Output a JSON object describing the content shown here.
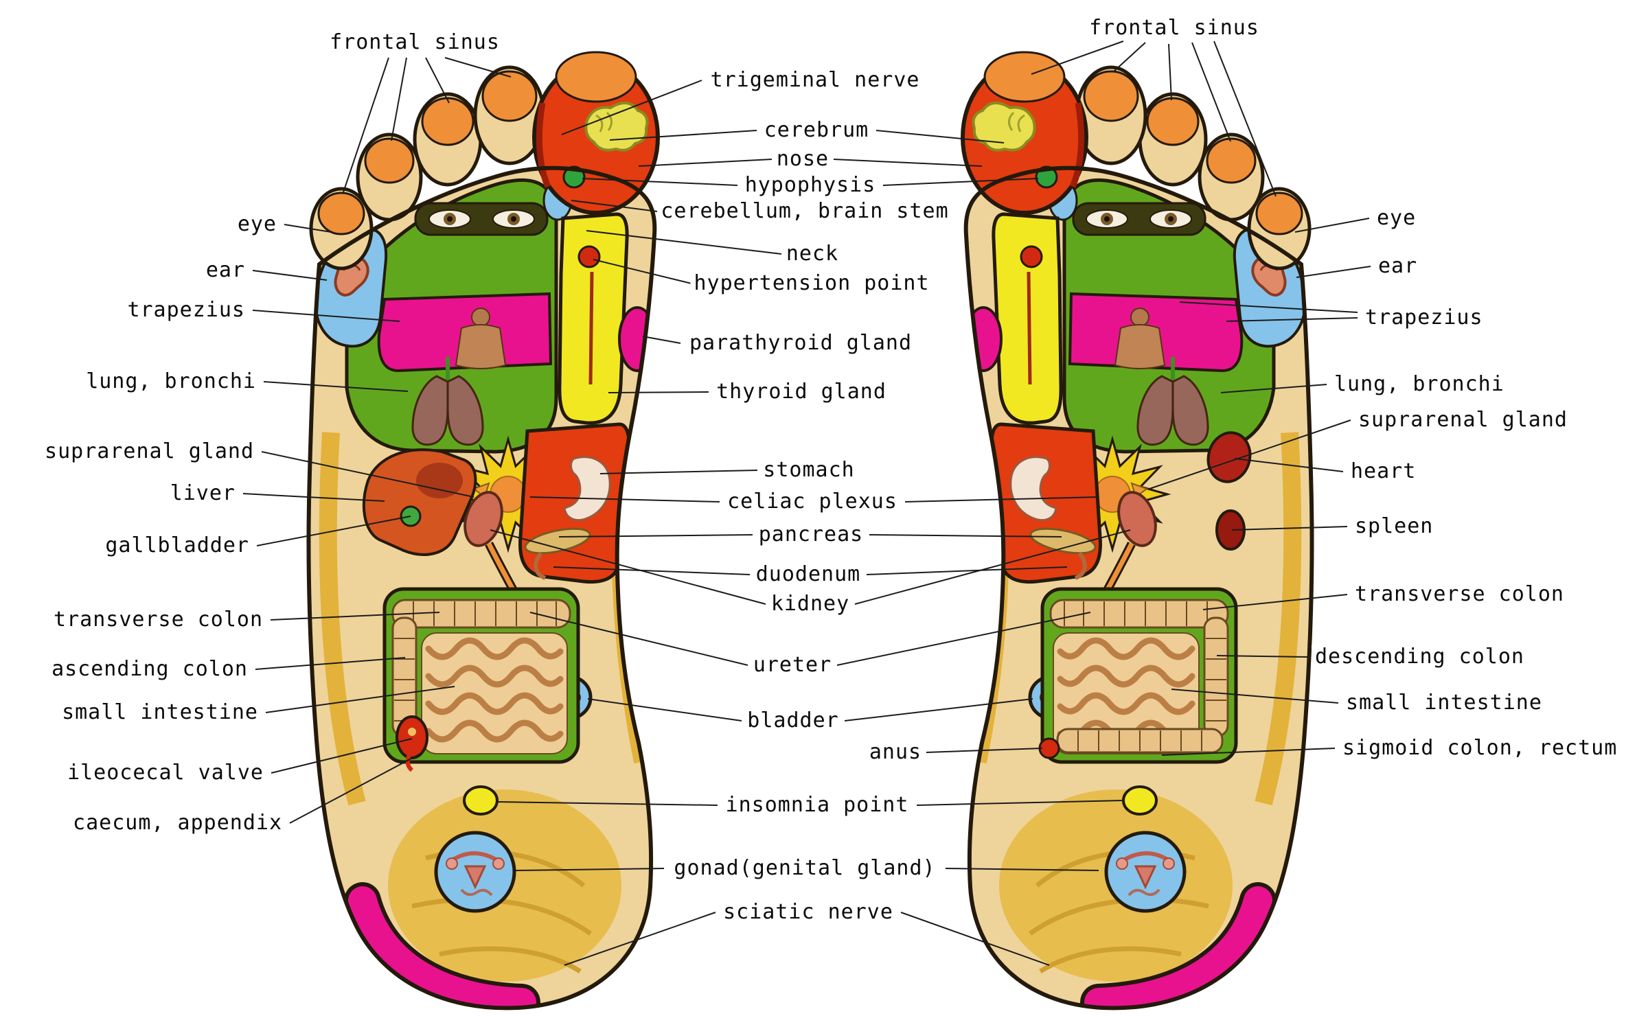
{
  "figure": {
    "type": "foot-reflexology-zone-chart",
    "feet": [
      "left sole",
      "right sole"
    ]
  },
  "labels": {
    "left_column": {
      "frontal_sinus": "frontal sinus",
      "eye": "eye",
      "ear": "ear",
      "trapezius": "trapezius",
      "lung_bronchi": "lung, bronchi",
      "suprarenal_gland": "suprarenal gland",
      "liver": "liver",
      "gallbladder": "gallbladder",
      "transverse_colon": "transverse colon",
      "ascending_colon": "ascending colon",
      "small_intestine": "small intestine",
      "ileocecal_valve": "ileocecal valve",
      "caecum_appendix": "caecum, appendix"
    },
    "center_column": {
      "trigeminal_nerve": "trigeminal nerve",
      "cerebrum": "cerebrum",
      "nose": "nose",
      "hypophysis": "hypophysis",
      "cerebellum_brain_stem": "cerebellum, brain stem",
      "neck": "neck",
      "hypertension_point": "hypertension point",
      "parathyroid_gland": "parathyroid gland",
      "thyroid_gland": "thyroid gland",
      "stomach": "stomach",
      "celiac_plexus": "celiac plexus",
      "pancreas": "pancreas",
      "duodenum": "duodenum",
      "kidney": "kidney",
      "ureter": "ureter",
      "bladder": "bladder",
      "anus": "anus",
      "insomnia_point": "insomnia point",
      "gonad_genital_gland": "gonad(genital gland)",
      "sciatic_nerve": "sciatic nerve"
    },
    "right_column": {
      "frontal_sinus": "frontal sinus",
      "eye": "eye",
      "ear": "ear",
      "trapezius": "trapezius",
      "lung_bronchi": "lung, bronchi",
      "suprarenal_gland": "suprarenal gland",
      "heart": "heart",
      "spleen": "spleen",
      "transverse_colon": "transverse colon",
      "descending_colon": "descending colon",
      "small_intestine": "small intestine",
      "sigmoid_colon_rectum": "sigmoid colon, rectum"
    }
  },
  "colors": {
    "skin": "#eed49b",
    "arch_gold": "#e7bd4e",
    "zone_green": "#61a71e",
    "zone_orange": "#ef8f38",
    "zone_red": "#e23c10",
    "zone_magenta": "#e8128e",
    "zone_blue": "#85c3ea",
    "zone_yellow": "#f2e822",
    "colon_tan": "#e9c288",
    "outline": "#241a0c",
    "leader_line": "#1c1c1c"
  }
}
